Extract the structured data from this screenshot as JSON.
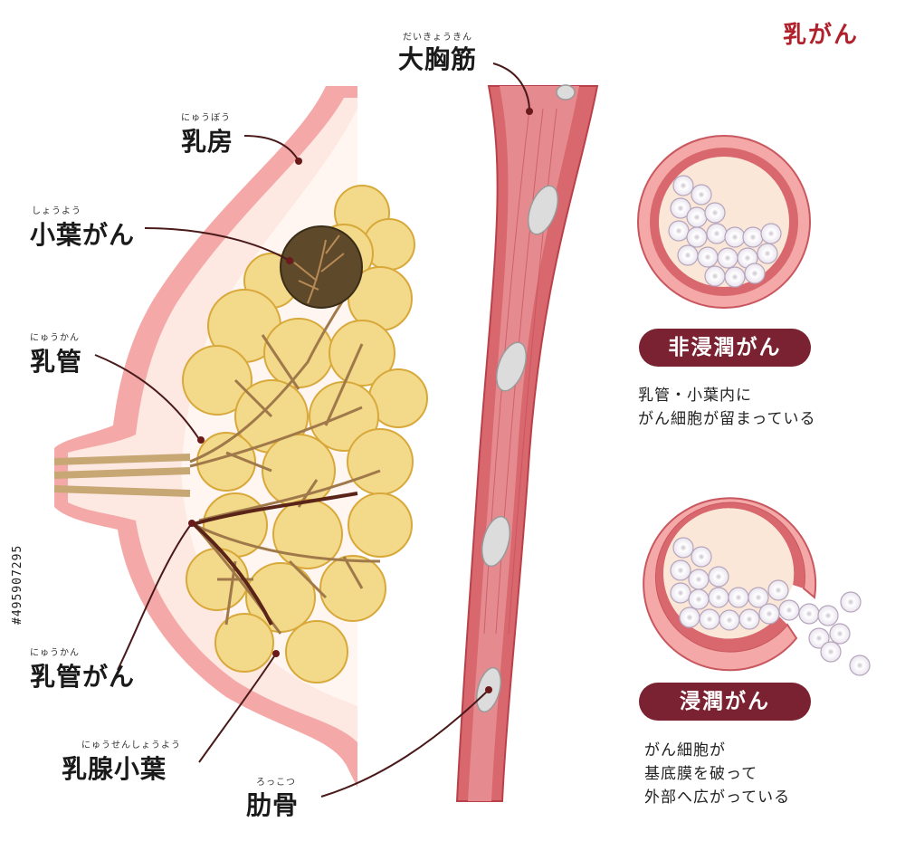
{
  "title": "乳がん",
  "labels": {
    "pectoralis": {
      "text": "大胸筋",
      "ruby": "だいきょうきん"
    },
    "breast": {
      "text": "乳房",
      "ruby": "にゅうぼう"
    },
    "lobular_cancer": {
      "text": "小葉がん",
      "ruby": "しょうよう"
    },
    "duct": {
      "text": "乳管",
      "ruby": "にゅうかん"
    },
    "ductal_cancer": {
      "text": "乳管がん",
      "ruby": "にゅうかん"
    },
    "lobule": {
      "text": "乳腺小葉",
      "ruby": "にゅうせんしょうよう"
    },
    "rib": {
      "text": "肋骨",
      "ruby": "ろっこつ"
    }
  },
  "noninvasive": {
    "badge": "非浸潤がん",
    "desc": [
      "乳管・小葉内に",
      "がん細胞が留まっている"
    ]
  },
  "invasive": {
    "badge": "浸潤がん",
    "desc": [
      "がん細胞が",
      "基底膜を破って",
      "外部へ広がっている"
    ]
  },
  "stock_id": "#495907295",
  "colors": {
    "skin": "#f4a9a8",
    "skin_inner": "#fde8e2",
    "gland": "#f3d98a",
    "gland_edge": "#d8a93a",
    "tumor": "#5e4a2a",
    "muscle": "#d9676e",
    "title_red": "#b0212b",
    "badge": "#7a2231"
  }
}
